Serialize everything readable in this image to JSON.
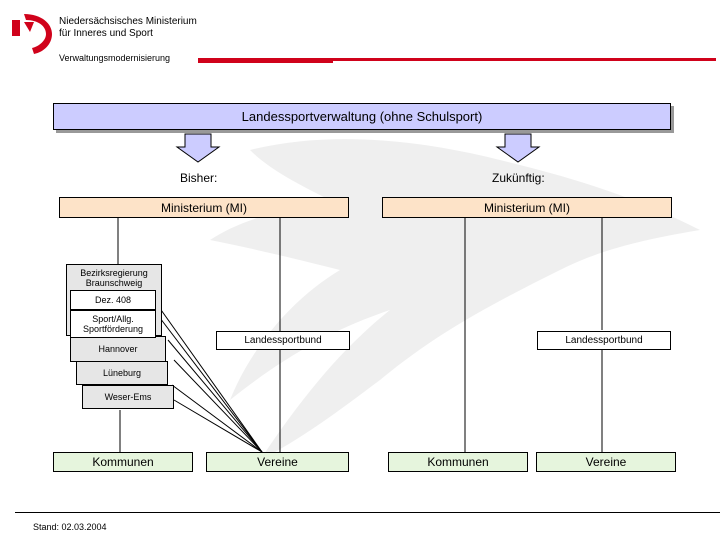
{
  "header": {
    "ministry_line1": "Niedersächsisches Ministerium",
    "ministry_line2": "für Inneres und Sport",
    "department": "Verwaltungsmodernisierung"
  },
  "diagram": {
    "title": "Landessportverwaltung (ohne Schulsport)",
    "left": {
      "heading": "Bisher:",
      "ministry": "Ministerium (MI)",
      "bezirksregierung_line1": "Bezirksregierung",
      "bezirksregierung_line2": "Braunschweig",
      "dez": "Dez. 408",
      "sport_line1": "Sport/Allg.",
      "sport_line2": "Sportförderung",
      "hannover": "Hannover",
      "lueneburg": "Lüneburg",
      "weser_ems": "Weser-Ems",
      "landessportbund": "Landessportbund",
      "kommunen": "Kommunen",
      "vereine": "Vereine"
    },
    "right": {
      "heading": "Zukünftig:",
      "ministry": "Ministerium (MI)",
      "landessportbund": "Landessportbund",
      "kommunen": "Kommunen",
      "vereine": "Vereine"
    }
  },
  "footer": {
    "date": "Stand: 02.03.2004"
  },
  "colors": {
    "title_fill": "#ccccff",
    "ministry_fill": "#fde3c8",
    "bottom_fill": "#e6f5dd",
    "accent_red": "#d0021b"
  }
}
